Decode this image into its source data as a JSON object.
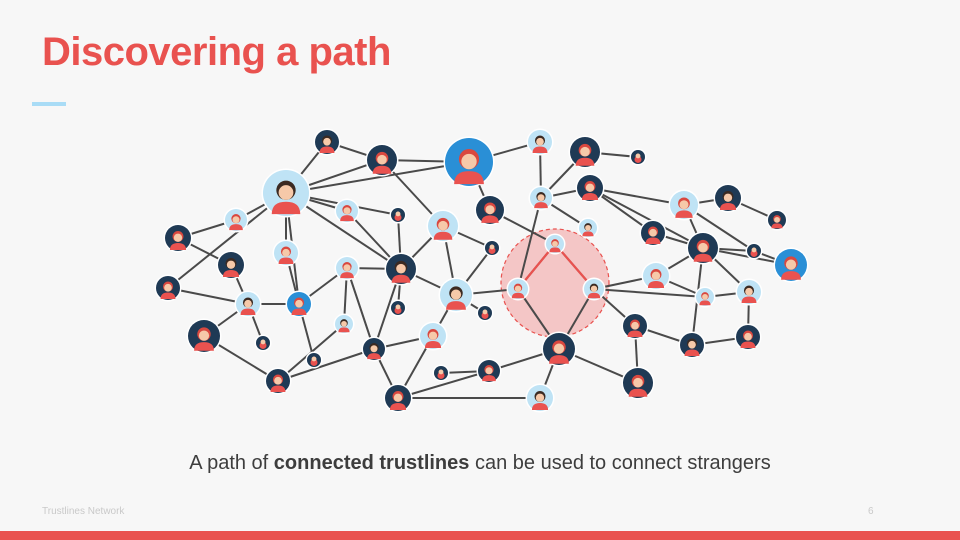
{
  "slide": {
    "title": "Discovering a path",
    "caption_pre": "A path of ",
    "caption_bold": "connected trustlines",
    "caption_post": " can be used to connect strangers",
    "footer_left": "Trustlines Network",
    "page_number": "6"
  },
  "colors": {
    "accent": "#e9524f",
    "title_rule": "#a9dcf6",
    "edge": "#4a4a4a",
    "path_edge": "#e9524f",
    "highlight_fill": "#f4c6c6",
    "avatar_light": "#bfe3f5",
    "avatar_navy": "#1f3a55",
    "avatar_blue": "#2a8fd6"
  }
}
